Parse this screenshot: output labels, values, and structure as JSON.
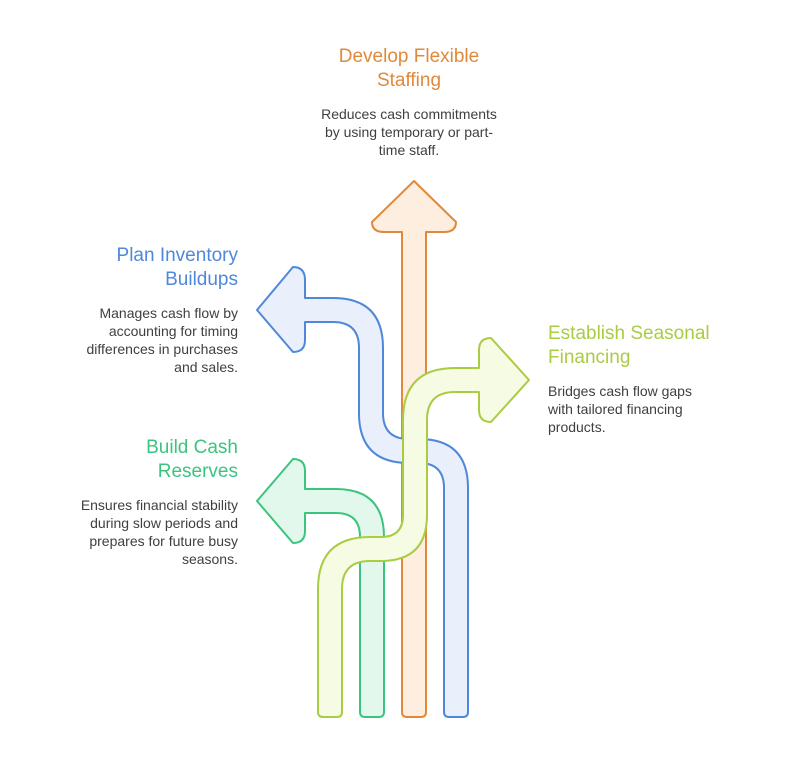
{
  "colors": {
    "orange": "#e0893a",
    "orange_fill": "#fdeee0",
    "blue": "#4f88d9",
    "blue_fill": "#e9f0fb",
    "green": "#3cc47e",
    "green_fill": "#e3f8ec",
    "lime": "#a9cc43",
    "lime_fill": "#f6fbe4"
  },
  "items": {
    "staffing": {
      "title_line1": "Develop Flexible",
      "title_line2": "Staffing",
      "desc_line1": "Reduces cash commitments",
      "desc_line2": "by using temporary or part-",
      "desc_line3": "time staff."
    },
    "inventory": {
      "title_line1": "Plan Inventory",
      "title_line2": "Buildups",
      "desc_line1": "Manages cash flow by",
      "desc_line2": "accounting for timing",
      "desc_line3": "differences in purchases",
      "desc_line4": "and sales."
    },
    "financing": {
      "title_line1": "Establish Seasonal",
      "title_line2": "Financing",
      "desc_line1": "Bridges cash flow gaps",
      "desc_line2": "with tailored financing",
      "desc_line3": "products."
    },
    "reserves": {
      "title_line1": "Build Cash",
      "title_line2": "Reserves",
      "desc_line1": "Ensures financial stability",
      "desc_line2": "during slow periods and",
      "desc_line3": "prepares for future busy",
      "desc_line4": "seasons."
    }
  }
}
